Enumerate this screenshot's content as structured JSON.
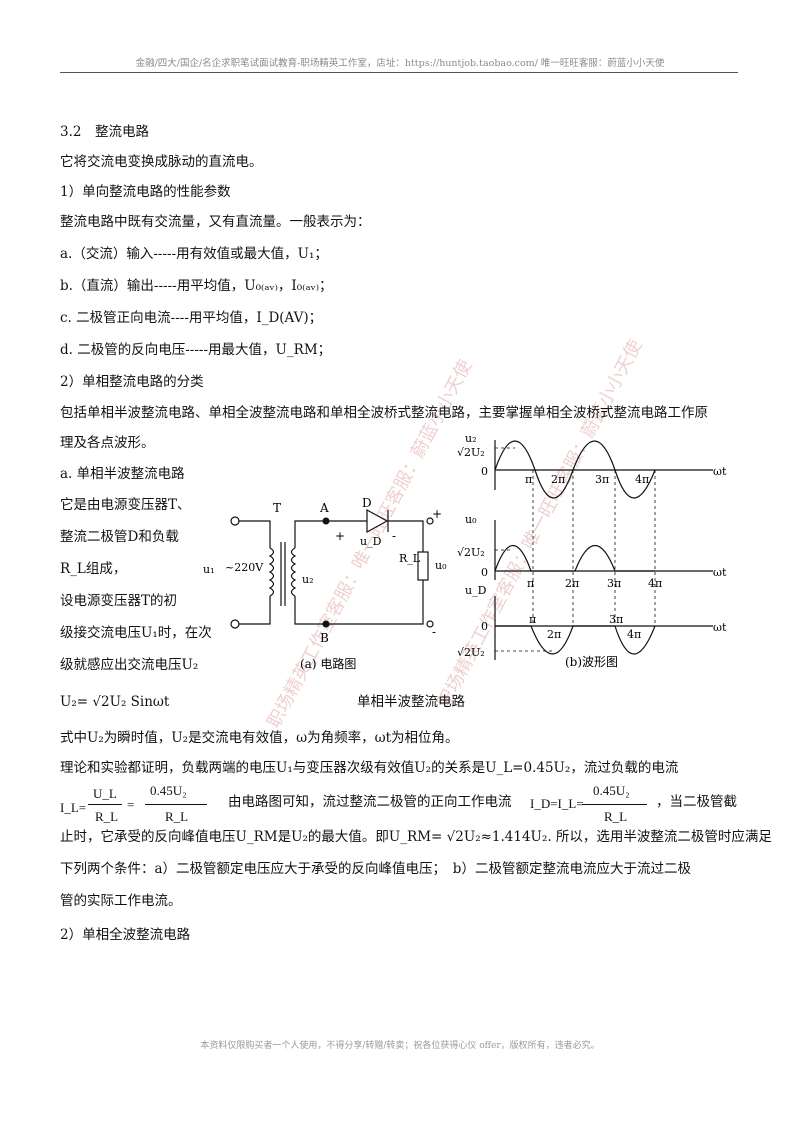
{
  "header": {
    "text": "金融/四大/国企/名企求职笔试面试教育-职场精英工作室，店址：https://huntjob.taobao.com/  唯一旺旺客服：蔚蓝小小天使"
  },
  "section": {
    "title": "3.2　整流电路",
    "intro": "它将交流电变换成脉动的直流电。"
  },
  "params": {
    "heading": "1）单向整流电路的性能参数",
    "desc": "整流电路中既有交流量，又有直流量。一般表示为：",
    "a": "a.（交流）输入-----用有效值或最大值，U₁；",
    "b": "b.（直流）输出-----用平均值，U₀₍ₐᵥ₎，I₀₍ₐᵥ₎；",
    "c": "c. 二极管正向电流----用平均值，I_D(AV)；",
    "d": "d. 二极管的反向电压-----用最大值，U_RM；"
  },
  "classification": {
    "heading": "2）单相整流电路的分类",
    "body1": "包括单相半波整流电路、单相全波整流电路和单相全波桥式整流电路，主要掌握单相全波桥式整流电路工作原",
    "body2": "理及各点波形。"
  },
  "half_wave": {
    "title": "a. 单相半波整流电路",
    "l1": "它是由电源变压器T、",
    "l2": "整流二极管D和负载",
    "l3": "R_L组成，",
    "l4": "设电源变压器T的初",
    "l5": "级接交流电压U₁时，在次",
    "l6": "级就感应出交流电压U₂",
    "formula": "U₂= √2U₂ Sinωt",
    "figure_caption": "单相半波整流电路",
    "circuit_caption": "(a) 电路图",
    "wave_caption": "(b)波形图"
  },
  "circuit": {
    "T": "T",
    "A": "A",
    "B": "B",
    "D": "D",
    "uD": "u_D",
    "plus": "+",
    "minus": "-",
    "u1": "u₁",
    "v": "~220V",
    "u2": "u₂",
    "RL": "R_L",
    "u0": "u₀"
  },
  "waves": {
    "u2": "u₂",
    "u0": "u₀",
    "uD": "u_D",
    "peak": "√2U₂",
    "zero": "0",
    "wt": "ωt",
    "pi": "π",
    "p2": "2π",
    "p3": "3π",
    "p4": "4π"
  },
  "explain": {
    "l1": "式中U₂为瞬时值，U₂是交流电有效值，ω为角频率，ωt为相位角。",
    "l2": "理论和实验都证明，负载两端的电压U₁与变压器次级有效值U₂的关系是U_L=0.45U₂，流过负载的电流",
    "IL_label": "I_L=",
    "UL": "U_L",
    "RL": "R_L",
    "eq": "=",
    "num045": "0.45U₂",
    "mid": "由电路图可知，流过整流二极管的正向工作电流",
    "ID_label": "I_D=I_L=",
    "tail": "，当二极管截",
    "l3": "止时，它承受的反向峰值电压U_RM是U₂的最大值。即U_RM= √2U₂≈1.414U₂. 所以，选用半波整流二极管时应满足",
    "l4": "下列两个条件：a）二极管额定电压应大于承受的反向峰值电压；　b）二极管额定整流电流应大于流过二极",
    "l5": "管的实际工作电流。"
  },
  "next": {
    "heading": "2）单相全波整流电路"
  },
  "footer": {
    "text": "本资料仅限购买者一个人使用，不得分享/转赠/转卖；祝各位获得心仪 offer，版权所有，违者必究。"
  },
  "watermark": {
    "text": "职场精英工作室客服：唯一旺旺客服：蔚蓝小小天使"
  }
}
